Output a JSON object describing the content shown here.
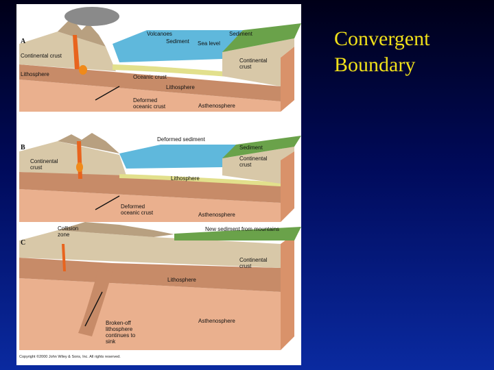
{
  "slide": {
    "title_line1": "Convergent",
    "title_line2": "Boundary"
  },
  "colors": {
    "background_top": "#000018",
    "background_bottom": "#0a2aa0",
    "title": "#f0e01a",
    "ocean": "#5fb8dc",
    "continental_crust": "#d8c8a8",
    "lithosphere": "#c78b68",
    "asthenosphere": "#eab08e",
    "oceanic_crust": "#e2e08c",
    "magma": "#e8641e",
    "vegetation": "#6aa24a"
  },
  "figure": {
    "panel_a": {
      "letter": "A",
      "labels": {
        "volcanoes": "Volcanoes",
        "sediment_top": "Sediment",
        "sediment_inner": "Sediment",
        "sea_level": "Sea level",
        "continental_crust_left": "Continental crust",
        "lithosphere_left": "Lithosphere",
        "oceanic_crust": "Oceanic crust",
        "continental_crust_right": "Continental\ncrust",
        "lithosphere_mid": "Lithosphere",
        "deformed_oceanic_crust": "Deformed\noceanic crust",
        "asthenosphere": "Asthenosphere"
      }
    },
    "panel_b": {
      "letter": "B",
      "labels": {
        "deformed_sediment": "Deformed sediment",
        "sediment": "Sediment",
        "continental_crust_left": "Continental\ncrust",
        "continental_crust_right": "Continental\ncrust",
        "lithosphere": "Lithosphere",
        "deformed_oceanic_crust": "Deformed\noceanic crust",
        "asthenosphere": "Asthenosphere"
      }
    },
    "panel_c": {
      "letter": "C",
      "labels": {
        "collision_zone": "Collision\nzone",
        "new_sediment": "New sediment from mountains",
        "continental_crust_right": "Continental\ncrust",
        "lithosphere": "Lithosphere",
        "broken_off": "Broken-off\nlithosphere\ncontinues to\nsink",
        "asthenosphere": "Asthenosphere"
      }
    },
    "copyright": "Copyright ©2000 John Wiley & Sons, Inc. All rights reserved."
  }
}
